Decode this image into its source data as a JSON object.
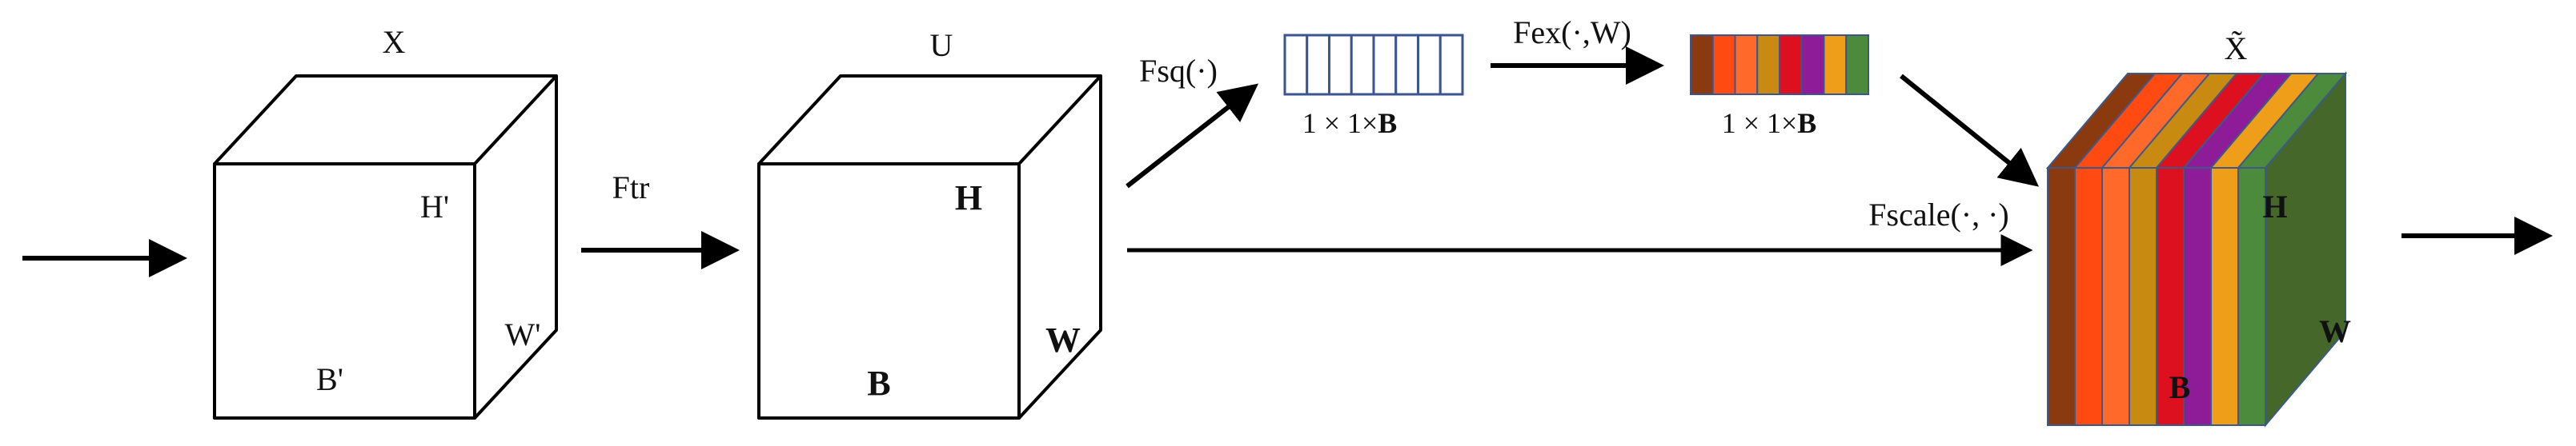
{
  "blocks": {
    "input_cube": {
      "top_label": "X",
      "height_label": "H'",
      "width_label": "W'",
      "depth_label": "B'"
    },
    "mid_cube": {
      "top_label": "U",
      "height_label": "H",
      "width_label": "W",
      "depth_label": "B"
    },
    "output_cube": {
      "top_label": "X̃",
      "height_label": "H",
      "width_label": "W",
      "depth_label": "B"
    }
  },
  "ops": {
    "transform": "Ftr",
    "squeeze": "Fsq(·)",
    "excitation": "Fex(·,W)",
    "scale": "Fscale(·, ·)"
  },
  "vectors": {
    "squeeze_vector": {
      "label_prefix": "1 × 1×",
      "label_bold": "B",
      "cell_count": 8,
      "cell_border": "#3a5590"
    },
    "excitation_vector": {
      "label_prefix": "1 × 1×",
      "label_bold": "B",
      "colors": [
        "#8b3a10",
        "#ff4a12",
        "#ff6a2a",
        "#c88a10",
        "#dd1020",
        "#8e1c99",
        "#ef9e1a",
        "#4c8a3c"
      ]
    }
  },
  "output_slices": {
    "colors": [
      "#8b3a10",
      "#ff4a12",
      "#ff6a2a",
      "#c88a10",
      "#dd1020",
      "#8e1c99",
      "#ef9e1a",
      "#4c8a3c"
    ],
    "back_face_color": "#45682a",
    "outline_color": "#3b5a8a"
  }
}
